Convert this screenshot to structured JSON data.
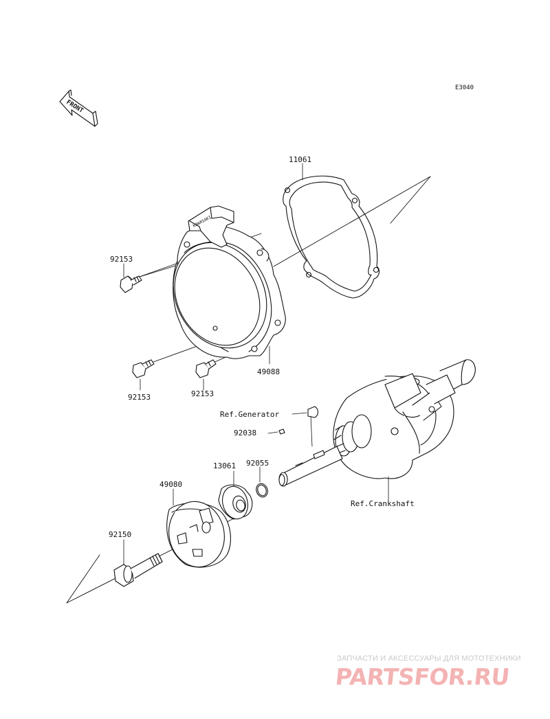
{
  "diagram": {
    "code": "E3040",
    "front_arrow": "FRONT",
    "cover_stamp": "KAWASAKI",
    "parts": {
      "gasket": "11061",
      "cover": "49088",
      "bolt_upper_left": "92153",
      "bolt_lower_left": "92153",
      "bolt_lower_center": "92153",
      "ref_generator": "Ref.Generator",
      "key": "92038",
      "o_ring": "92055",
      "seal_holder": "13061",
      "drive_pulley": "49080",
      "bolt_main": "92150",
      "ref_crankshaft": "Ref.Crankshaft"
    }
  },
  "watermark": {
    "tagline": "ЗАПЧАСТИ И АКСЕССУАРЫ ДЛЯ МОТОТЕХНИКИ",
    "logo": "PARTSFOR.RU",
    "color": "#f4b3b3"
  }
}
